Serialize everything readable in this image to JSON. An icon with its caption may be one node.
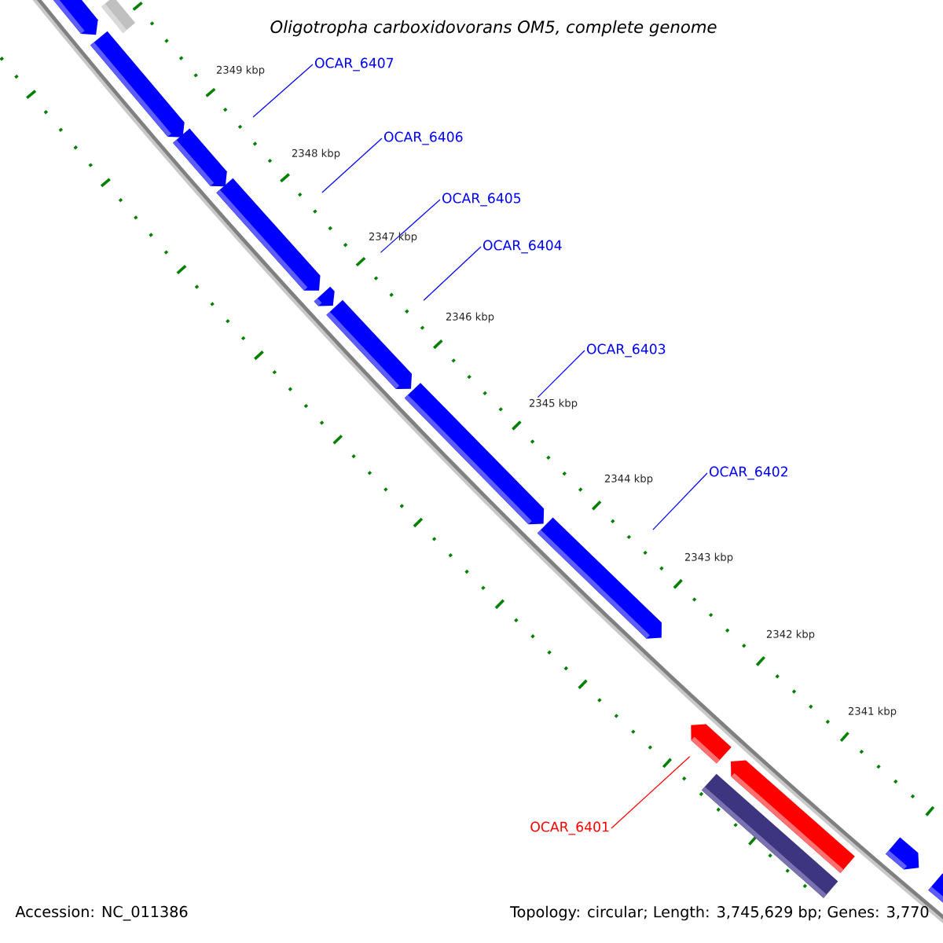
{
  "diagram": {
    "title": "Oligotropha carboxidovorans OM5, complete genome",
    "nodes": [
      {
        "text": [
          "OCAR_6407"
        ]
      },
      {
        "text": [
          "OCAR_6406"
        ]
      },
      {
        "text": [
          "OCAR_6405"
        ]
      },
      {
        "text": [
          "OCAR_6404"
        ]
      },
      {
        "text": [
          "OCAR_6403"
        ]
      },
      {
        "text": [
          "OCAR_6402"
        ]
      },
      {
        "text": [
          "OCAR_6401"
        ]
      },
      {
        "text": [],
        "shape": "box"
      },
      {
        "text": [],
        "shape": "arrow"
      },
      {
        "text": [],
        "shape": "arrow"
      },
      {
        "text": [],
        "shape": "arrow"
      },
      {
        "text": [],
        "shape": "arrow"
      },
      {
        "text": [],
        "shape": "arrow"
      },
      {
        "text": [],
        "shape": "arrow"
      },
      {
        "text": [],
        "shape": "arrow"
      },
      {
        "text": [],
        "shape": "arrow"
      },
      {
        "text": [],
        "shape": "arrow"
      },
      {
        "text": [],
        "shape": "box"
      },
      {
        "text": [],
        "shape": "arrow"
      },
      {
        "text": [],
        "shape": "arrow"
      },
      {
        "text": [],
        "shape": "arrow"
      }
    ],
    "edges": [
      {
        "from": 0,
        "to": 10,
        "arrow": "none"
      },
      {
        "from": 1,
        "to": 11,
        "arrow": "none"
      },
      {
        "from": 2,
        "to": 12,
        "arrow": "none"
      },
      {
        "from": 3,
        "to": 13,
        "arrow": "none"
      },
      {
        "from": 4,
        "to": 14,
        "arrow": "none"
      },
      {
        "from": 5,
        "to": 15,
        "arrow": "none"
      },
      {
        "from": 6,
        "to": 16,
        "arrow": "none",
        "color": "#ff0000"
      }
    ],
    "labels": [
      "2349 kbp",
      "2348 kbp",
      "2347 kbp",
      "2346 kbp",
      "2345 kbp",
      "2344 kbp",
      "2343 kbp",
      "2342 kbp",
      "2341 kbp",
      "Accession: NC_011386",
      "Topology: circular; Length: 3,745,629 bp; Genes: 3,770"
    ]
  }
}
